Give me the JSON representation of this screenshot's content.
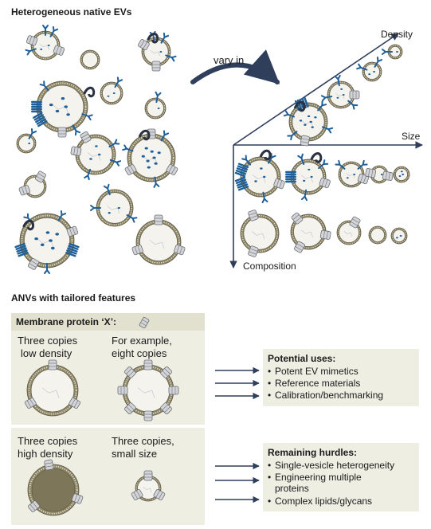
{
  "top": {
    "title": "Heterogeneous native EVs",
    "arrow_label": "vary in",
    "axes": {
      "density": "Density",
      "size": "Size",
      "composition": "Composition"
    }
  },
  "bottom": {
    "title": "ANVs with tailored features",
    "panel_header": "Membrane protein ‘X’:",
    "cells": [
      {
        "line1": "Three copies",
        "line2": "low density"
      },
      {
        "line1": "For example,",
        "line2": "eight copies"
      },
      {
        "line1": "Three copies",
        "line2": "high density"
      },
      {
        "line1": "Three copies,",
        "line2": "small size"
      }
    ],
    "uses": {
      "title": "Potential uses:",
      "items": [
        "Potent EV mimetics",
        "Reference materials",
        "Calibration/benchmarking"
      ]
    },
    "hurdles": {
      "title": "Remaining hurdles:",
      "items": [
        "Single-vesicle heterogeneity",
        "Engineering multiple",
        "proteins",
        "Complex lipids/glycans"
      ]
    }
  },
  "colors": {
    "membrane": "#8c8566",
    "membrane_light": "#e3e0d2",
    "lumen": "#f4f3ee",
    "protein_blue": "#1f5f99",
    "protein_gray": "#d2d4d8",
    "panel_bg": "#efeee3",
    "panel_header_bg": "#e2e0cf",
    "arrow": "#2f3e5a"
  }
}
